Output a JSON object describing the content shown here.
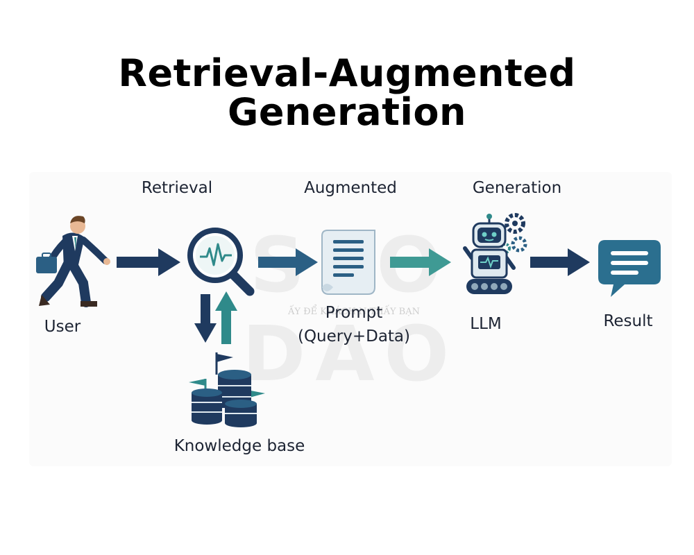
{
  "title": {
    "line1": "Retrieval-Augmented",
    "line2": "Generation"
  },
  "watermark": {
    "main": "SEO DAO",
    "sub": "ẤY ĐỂ KHÁCH  N THẤY BẠN"
  },
  "stages": {
    "retrieval": "Retrieval",
    "augmented": "Augmented",
    "generation": "Generation"
  },
  "nodes": {
    "user": "User",
    "prompt_line1": "Prompt",
    "prompt_line2": "(Query+Data)",
    "llm": "LLM",
    "result": "Result",
    "knowledge_base": "Knowledge base"
  },
  "icons": {
    "user": "businessman-walking-icon",
    "retrieval": "magnifier-icon",
    "prompt": "document-scroll-icon",
    "llm": "robot-icon",
    "result": "chat-bubble-icon",
    "knowledge_base": "database-stack-icon"
  },
  "colors": {
    "navy": "#1f3a5f",
    "teal": "#2f8a8a",
    "teal_light": "#4aa3a0"
  }
}
